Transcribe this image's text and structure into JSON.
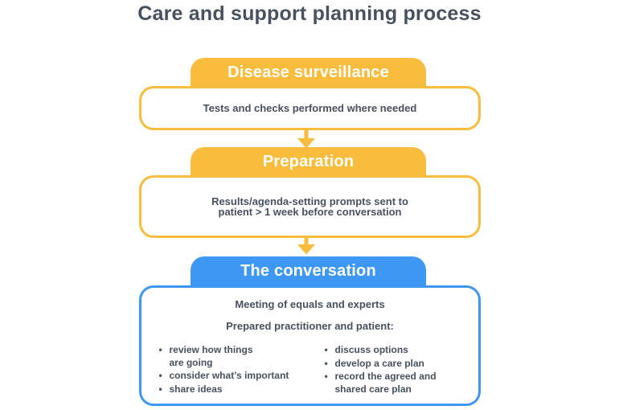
{
  "title": "Care and support planning process",
  "colors": {
    "stage_yellow": "#F9BD3D",
    "stage_blue": "#3D97F3",
    "text_dark": "#48515F",
    "header_text": "#FFFFFF",
    "background": "#FFFFFF"
  },
  "sections": [
    {
      "header": "Disease surveillance",
      "body": "Tests and checks performed where needed"
    },
    {
      "header": "Preparation",
      "body": "Results/agenda-setting prompts sent to\npatient > 1 week before conversation"
    },
    {
      "header": "The conversation",
      "intro1": "Meeting of equals and experts",
      "intro2": "Prepared practitioner and patient:",
      "bullets_left": [
        "review how things\nare going",
        "consider what’s important",
        "share ideas"
      ],
      "bullets_right": [
        "discuss options",
        "develop a care plan",
        "record the agreed and\nshared care plan"
      ]
    }
  ]
}
